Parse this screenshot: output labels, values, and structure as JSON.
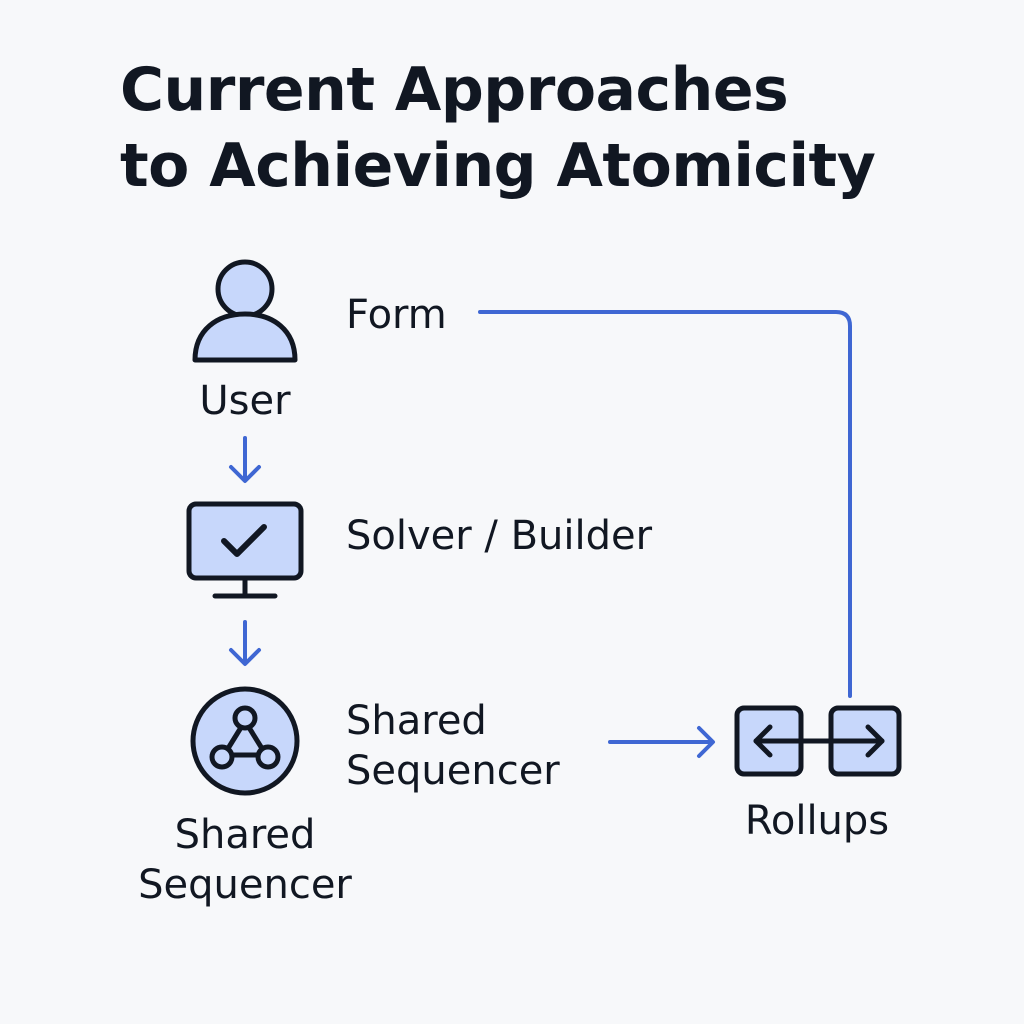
{
  "title": {
    "line1": "Current Approaches",
    "line2": "to Achieving Atomicity"
  },
  "nodes": {
    "user": {
      "label": "User",
      "icon": "user-icon"
    },
    "solver": {
      "label": "Solver / Builder",
      "icon": "monitor-check-icon"
    },
    "shared_sequencer": {
      "label_line1": "Shared",
      "label_line2": "Sequencer",
      "icon": "network-icon"
    },
    "rollups": {
      "label": "Rollups",
      "icon": "bidirectional-arrows-icon"
    }
  },
  "edges": {
    "form": {
      "label": "Form"
    },
    "shared_sequencer": {
      "label_line1": "Shared",
      "label_line2": "Sequencer"
    }
  },
  "colors": {
    "accent": "#3f67d3",
    "icon_fill": "#c7d7fb",
    "icon_stroke": "#111722",
    "background": "#f7f8fa"
  }
}
